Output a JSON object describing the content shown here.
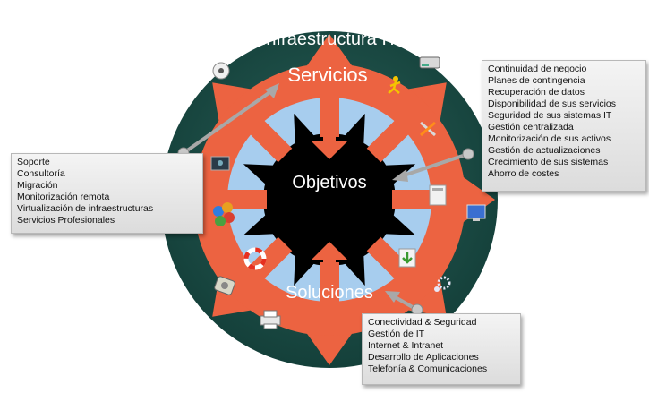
{
  "diagram": {
    "outer_title": "Infraestructura IT",
    "top_label": "Servicios",
    "center_label": "Objetivos",
    "bottom_label": "Soluciones",
    "colors": {
      "outer_ring": "#1a4a44",
      "orange_ring": "#ec6341",
      "light_blue_ring": "#a7cdee",
      "center": "#000000",
      "text_light": "#ffffff"
    },
    "icons": [
      "disc-icon",
      "hard-drive-icon",
      "running-figure-icon",
      "tools-icon",
      "windows-icon",
      "monitor-icon",
      "disk-icon",
      "colored-circles-icon",
      "lifebuoy-icon",
      "download-icon",
      "gears-icon",
      "hdd-icon",
      "printer-icon"
    ]
  },
  "callouts": {
    "left": {
      "items": [
        "Soporte",
        "Consultoría",
        "Migración",
        "Monitorización remota",
        "Virtualización de infraestructuras",
        "Servicios Profesionales"
      ]
    },
    "right": {
      "items": [
        "Continuidad de negocio",
        "Planes de contingencia",
        "Recuperación de datos",
        "Disponibilidad de sus servicios",
        "Seguridad de sus sistemas IT",
        "Gestión centralizada",
        "Monitorización de sus activos",
        "Gestión de actualizaciones",
        "Crecimiento de sus sistemas",
        "Ahorro de costes"
      ]
    },
    "bottom": {
      "items": [
        "Conectividad & Seguridad",
        "Gestión de IT",
        "Internet & Intranet",
        "Desarrollo de Aplicaciones",
        "Telefonía & Comunicaciones"
      ]
    }
  }
}
